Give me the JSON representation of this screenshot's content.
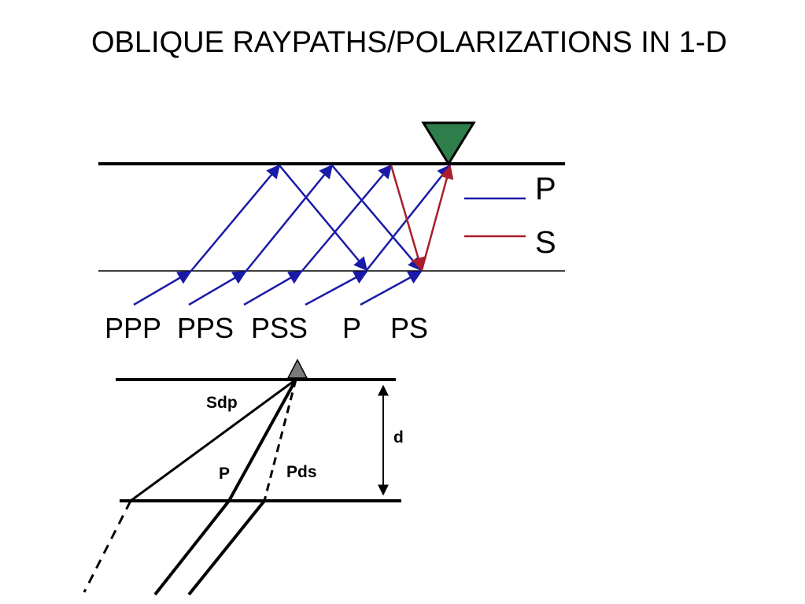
{
  "title": "OBLIQUE RAYPATHS/POLARIZATIONS IN 1-D",
  "legend": {
    "p_label": "P",
    "s_label": "S",
    "p_color": "#1a1aa8",
    "s_color": "#a81e2a"
  },
  "ray_labels": [
    "PPP",
    "PPS",
    "PSS",
    "P",
    "PS"
  ],
  "receiver_color": "#2e7d4a",
  "lower_diagram": {
    "labels": {
      "sdp": "Sdp",
      "p": "P",
      "pds": "Pds",
      "d": "d"
    },
    "station_color": "#7a7a7a"
  }
}
